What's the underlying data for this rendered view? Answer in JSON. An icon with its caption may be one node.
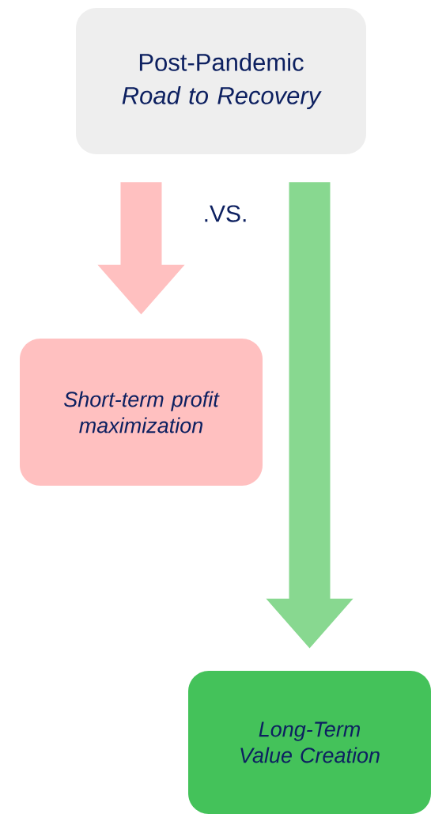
{
  "diagram": {
    "nodes": [
      {
        "text": [
          "Post-Pandemic",
          "Road to Recovery"
        ]
      },
      {
        "text": [
          "Short-term profit maximization"
        ]
      },
      {
        "text": [
          "Long-Term Value Creation"
        ]
      }
    ],
    "edges": [
      {
        "from": 0,
        "to": 1,
        "arrow": "to",
        "color": "#ffc0c0"
      },
      {
        "from": 0,
        "to": 2,
        "arrow": "to",
        "color": "#88d890"
      }
    ],
    "labels": [
      ".VS."
    ]
  }
}
